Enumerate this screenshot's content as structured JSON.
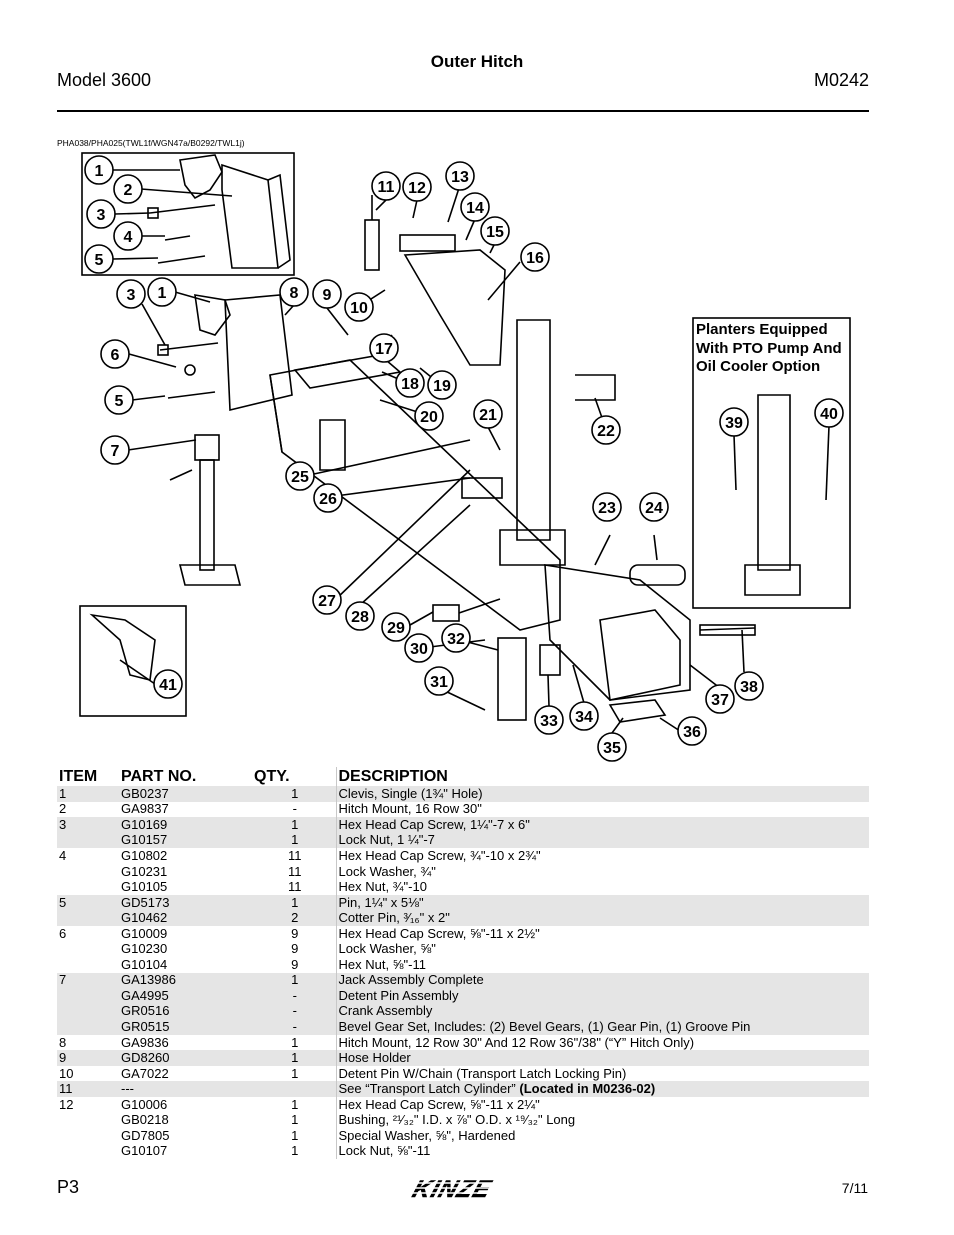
{
  "header": {
    "title": "Outer Hitch",
    "model": "Model 3600",
    "doc_number": "M0242"
  },
  "figure": {
    "reference": "PHA038/PHA025(TWL1f/WGN47a/B0292/TWL1j)",
    "callout_lines": [
      "Planters Equipped",
      "With PTO Pump And",
      "Oil Cooler Option"
    ]
  },
  "table": {
    "headers": {
      "item": "ITEM",
      "part_no": "PART NO.",
      "qty": "QTY.",
      "description": "DESCRIPTION"
    },
    "rows": [
      {
        "item": "1",
        "part": "GB0237",
        "qty": "1",
        "desc": "Clevis, Single (1¾\" Hole)",
        "shade": true
      },
      {
        "item": "2",
        "part": "GA9837",
        "qty": "-",
        "desc": "Hitch Mount, 16 Row 30\"",
        "shade": false
      },
      {
        "item": "3",
        "part": "G10169",
        "qty": "1",
        "desc": "Hex Head Cap Screw, 1¼\"-7 x 6\"",
        "shade": true
      },
      {
        "item": "",
        "part": "G10157",
        "qty": "1",
        "desc": "Lock Nut, 1 ¼\"-7",
        "shade": true
      },
      {
        "item": "4",
        "part": "G10802",
        "qty": "11",
        "desc": "Hex Head Cap Screw, ¾\"-10 x 2¾\"",
        "shade": false
      },
      {
        "item": "",
        "part": "G10231",
        "qty": "11",
        "desc": "Lock Washer, ¾\"",
        "shade": false
      },
      {
        "item": "",
        "part": "G10105",
        "qty": "11",
        "desc": "Hex Nut, ¾\"-10",
        "shade": false
      },
      {
        "item": "5",
        "part": "GD5173",
        "qty": "1",
        "desc": "Pin, 1¼\" x 5⅛\"",
        "shade": true
      },
      {
        "item": "",
        "part": "G10462",
        "qty": "2",
        "desc": "Cotter Pin, ³⁄₁₆\" x 2\"",
        "shade": true
      },
      {
        "item": "6",
        "part": "G10009",
        "qty": "9",
        "desc": "Hex Head Cap Screw, ⅝\"-11 x 2½\"",
        "shade": false
      },
      {
        "item": "",
        "part": "G10230",
        "qty": "9",
        "desc": "Lock Washer, ⅝\"",
        "shade": false
      },
      {
        "item": "",
        "part": "G10104",
        "qty": "9",
        "desc": "Hex Nut, ⅝\"-11",
        "shade": false
      },
      {
        "item": "7",
        "part": "GA13986",
        "qty": "1",
        "desc": "Jack Assembly Complete",
        "shade": true
      },
      {
        "item": "",
        "part": "GA4995",
        "qty": "-",
        "desc": "Detent Pin Assembly",
        "shade": true
      },
      {
        "item": "",
        "part": "GR0516",
        "qty": "-",
        "desc": "Crank Assembly",
        "shade": true
      },
      {
        "item": "",
        "part": "GR0515",
        "qty": "-",
        "desc": "Bevel Gear Set, Includes: (2) Bevel Gears, (1) Gear Pin, (1) Groove Pin",
        "shade": true
      },
      {
        "item": "8",
        "part": "GA9836",
        "qty": "1",
        "desc": "Hitch Mount, 12 Row 30\" And 12 Row 36\"/38\" (“Y” Hitch Only)",
        "shade": false
      },
      {
        "item": "9",
        "part": "GD8260",
        "qty": "1",
        "desc": "Hose Holder",
        "shade": true
      },
      {
        "item": "10",
        "part": "GA7022",
        "qty": "1",
        "desc": "Detent Pin W/Chain (Transport Latch Locking Pin)",
        "shade": false
      },
      {
        "item": "11",
        "part": "---",
        "qty": "",
        "desc": "See “Transport Latch Cylinder”",
        "desc_bold": " (Located in M0236-02)",
        "shade": true
      },
      {
        "item": "12",
        "part": "G10006",
        "qty": "1",
        "desc": "Hex Head Cap Screw, ⅝\"-11 x 2¼\"",
        "shade": false
      },
      {
        "item": "",
        "part": "GB0218",
        "qty": "1",
        "desc": "Bushing, ²¹⁄₃₂\" I.D. x ⅞\" O.D. x ¹⁹⁄₃₂\" Long",
        "shade": false
      },
      {
        "item": "",
        "part": "GD7805",
        "qty": "1",
        "desc": "Special Washer, ⅝\", Hardened",
        "shade": false
      },
      {
        "item": "",
        "part": "G10107",
        "qty": "1",
        "desc": "Lock Nut, ⅝\"-11",
        "shade": false
      }
    ]
  },
  "footer": {
    "page": "P3",
    "brand": "KINZE",
    "date": "7/11"
  },
  "balloons": [
    "1",
    "2",
    "3",
    "4",
    "5",
    "3",
    "1",
    "8",
    "9",
    "10",
    "11",
    "12",
    "13",
    "14",
    "15",
    "16",
    "17",
    "18",
    "19",
    "20",
    "21",
    "22",
    "23",
    "24",
    "25",
    "26",
    "27",
    "28",
    "29",
    "30",
    "31",
    "32",
    "33",
    "34",
    "35",
    "36",
    "37",
    "38",
    "39",
    "40",
    "41",
    "6",
    "5",
    "7"
  ]
}
